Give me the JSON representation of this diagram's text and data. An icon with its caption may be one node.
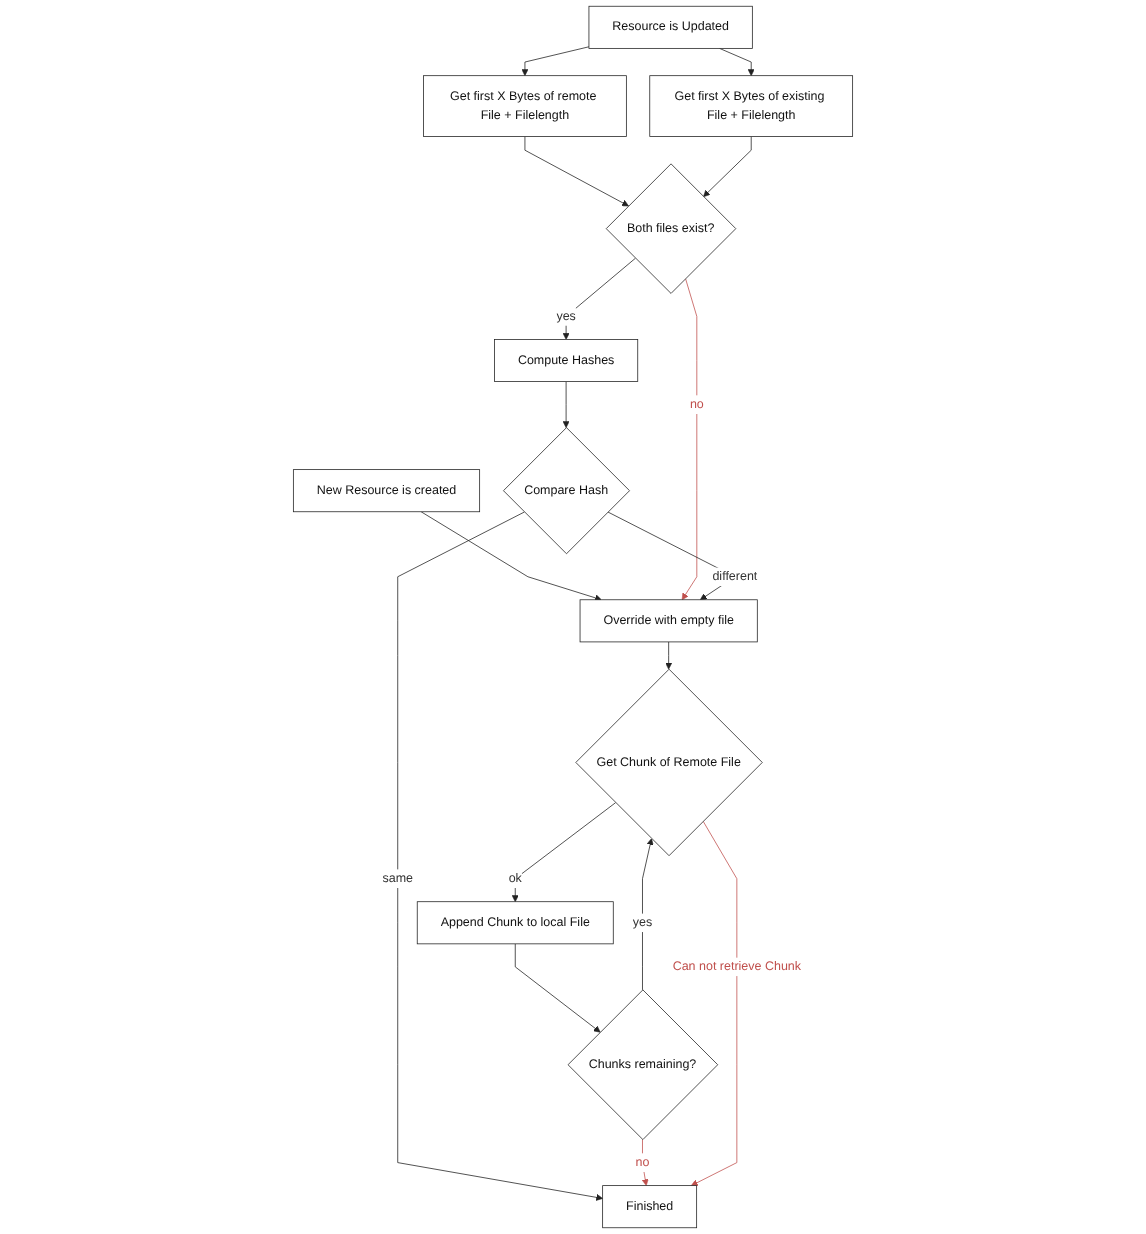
{
  "diagram": {
    "nodes": [
      {
        "text": [
          "New Resource is created"
        ]
      },
      {
        "text": [
          "Resource is Updated"
        ]
      },
      {
        "text": [
          "Get first X Bytes of remote File + Filelength"
        ]
      },
      {
        "text": [
          "Get first X Bytes of existing File + Filelength"
        ]
      },
      {
        "text": [
          "Both files exist?"
        ]
      },
      {
        "text": [
          "Compute Hashes"
        ]
      },
      {
        "text": [
          "Compare Hash"
        ]
      },
      {
        "text": [
          "Override with empty file"
        ]
      },
      {
        "text": [
          "Get Chunk of Remote File"
        ]
      },
      {
        "text": [
          "Append Chunk to local File"
        ]
      },
      {
        "text": [
          "Chunks remaining?"
        ]
      },
      {
        "text": [
          "Finished"
        ]
      }
    ],
    "edges": [
      {
        "from": 0,
        "to": 7,
        "arrow": "to"
      },
      {
        "from": 1,
        "to": 2,
        "arrow": "to"
      },
      {
        "from": 1,
        "to": 3,
        "arrow": "to"
      },
      {
        "from": 2,
        "to": 4,
        "arrow": "to"
      },
      {
        "from": 3,
        "to": 4,
        "arrow": "to"
      },
      {
        "from": 4,
        "to": 5,
        "label": "yes",
        "arrow": "to"
      },
      {
        "from": 4,
        "to": 7,
        "label": "no",
        "arrow": "to",
        "color": "#c0504d"
      },
      {
        "from": 5,
        "to": 6,
        "arrow": "to"
      },
      {
        "from": 6,
        "to": 7,
        "label": "different",
        "arrow": "to"
      },
      {
        "from": 6,
        "to": 11,
        "label": "same",
        "arrow": "to"
      },
      {
        "from": 7,
        "to": 8,
        "arrow": "to"
      },
      {
        "from": 8,
        "to": 9,
        "label": "ok",
        "arrow": "to"
      },
      {
        "from": 9,
        "to": 10,
        "arrow": "to"
      },
      {
        "from": 10,
        "to": 8,
        "label": "yes",
        "arrow": "to"
      },
      {
        "from": 10,
        "to": 11,
        "label": "no",
        "arrow": "to",
        "color": "#c0504d"
      },
      {
        "from": 8,
        "to": 11,
        "label": "Can not retrieve Chunk",
        "arrow": "to",
        "color": "#c0504d"
      }
    ]
  }
}
